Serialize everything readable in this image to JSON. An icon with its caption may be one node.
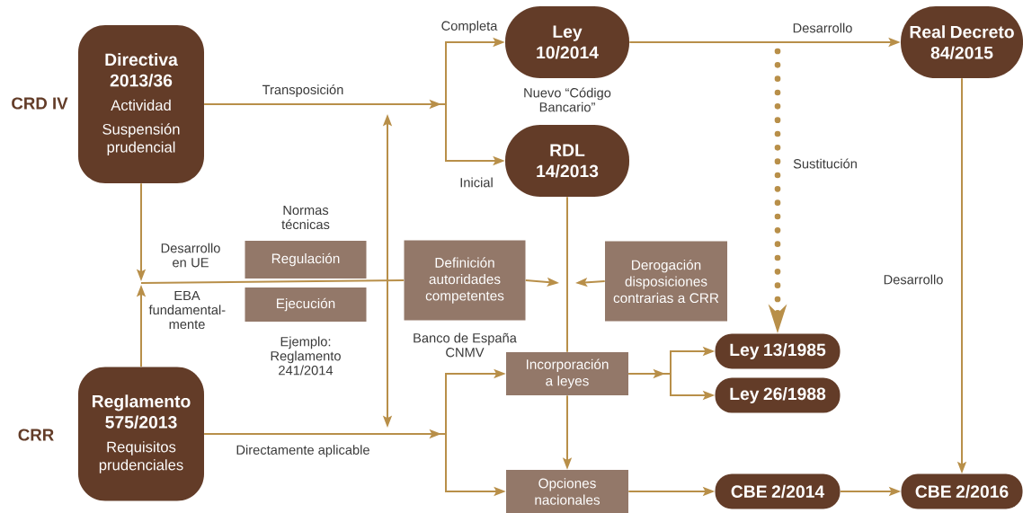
{
  "diagram": {
    "nodes": [
      {
        "text": [
          "Directiva 2013/36",
          "Actividad",
          "Suspensión prudencial"
        ]
      },
      {
        "text": [
          "Ley 10/2014"
        ],
        "beside": [
          "Nuevo “Código Bancario”"
        ]
      },
      {
        "text": [
          "RDL 14/2013"
        ]
      },
      {
        "text": [
          "Real Decreto 84/2015"
        ]
      },
      {
        "text": [
          "Regulación"
        ],
        "beside": [
          "Normas técnicas"
        ]
      },
      {
        "text": [
          "Ejecución"
        ],
        "beside": [
          "Ejemplo: Reglamento 241/2014"
        ]
      },
      {
        "text": [
          "Definición autoridades competentes"
        ]
      },
      {
        "text": [
          "Derogación disposiciones contrarias a CRR"
        ]
      },
      {
        "text": [
          "Reglamento 575/2013",
          "Requisitos prudenciales"
        ]
      },
      {
        "text": [
          "Incorporación a leyes"
        ]
      },
      {
        "text": [
          "Ley 13/1985"
        ]
      },
      {
        "text": [
          "Ley 26/1988"
        ]
      },
      {
        "text": [
          "Opciones nacionales"
        ]
      },
      {
        "text": [
          "CBE 2/2014"
        ]
      },
      {
        "text": [
          "CBE 2/2016"
        ]
      }
    ],
    "edges": [
      {
        "from": 0,
        "to": 1,
        "arrow": "to",
        "label": "Completa"
      },
      {
        "from": 0,
        "to": 2,
        "arrow": "to",
        "label": "Inicial"
      },
      {
        "from": 1,
        "to": 3,
        "arrow": "to",
        "label": "Desarrollo"
      },
      {
        "from": null,
        "to": 10,
        "arrow": "to",
        "style": "dashed",
        "label": "Sustitución"
      },
      {
        "from": 3,
        "to": 14,
        "arrow": "to",
        "label": "Desarrollo"
      },
      {
        "from": 0,
        "to": null,
        "arrow": "to",
        "label": "Desarrollo en UE"
      },
      {
        "from": 8,
        "to": null,
        "arrow": "to",
        "label": "EBA fundamental- mente"
      },
      {
        "from": 6,
        "to": null,
        "arrow": "to"
      },
      {
        "from": 7,
        "to": null,
        "arrow": "to"
      },
      {
        "from": 2,
        "to": 9,
        "arrow": "none"
      },
      {
        "from": 8,
        "to": 9,
        "arrow": "to"
      },
      {
        "from": 8,
        "to": 12,
        "arrow": "to"
      },
      {
        "from": 9,
        "to": 10,
        "arrow": "to"
      },
      {
        "from": 9,
        "to": 11,
        "arrow": "to"
      },
      {
        "from": 9,
        "to": 12,
        "arrow": "to"
      },
      {
        "from": 12,
        "to": 13,
        "arrow": "to"
      },
      {
        "from": 13,
        "to": 14,
        "arrow": "to"
      },
      {
        "from": null,
        "to": 6,
        "arrow": "none"
      }
    ],
    "labels": [
      "Transposición",
      "CRD IV",
      "Banco de España CNMV",
      "CRR",
      "Directamente aplicable"
    ]
  }
}
